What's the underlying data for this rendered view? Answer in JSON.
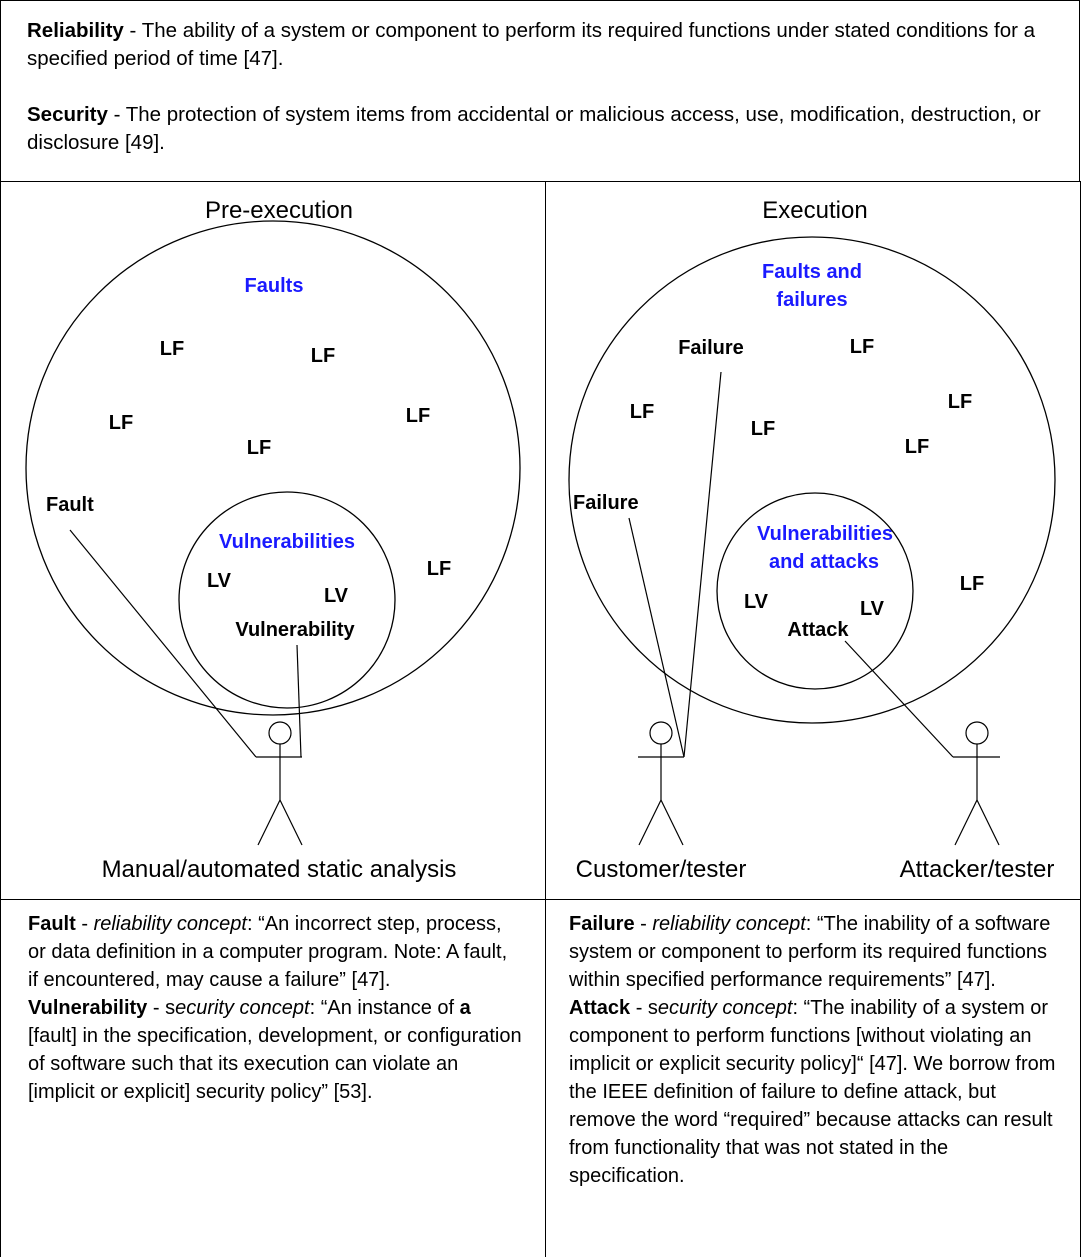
{
  "definitions": {
    "reliability_term": "Reliability",
    "reliability_text": " - The ability of a system or component to perform its required functions under stated conditions for a specified period of time [47].",
    "security_term": "Security",
    "security_text": " - The protection of system items from accidental or malicious access, use, modification, destruction, or disclosure [49]."
  },
  "left_panel": {
    "heading": "Pre-execution",
    "outer_title": "Faults",
    "inner_title": "Vulnerabilities",
    "lf_labels": [
      "LF",
      "LF",
      "LF",
      "LF",
      "LF",
      "LF"
    ],
    "lv_labels": [
      "LV",
      "LV"
    ],
    "fault_label": "Fault",
    "vulnerability_label": "Vulnerability",
    "actor_caption": "Manual/automated static analysis"
  },
  "right_panel": {
    "heading": "Execution",
    "outer_title": [
      "Faults and",
      "failures"
    ],
    "inner_title": [
      "Vulnerabilities",
      "and attacks"
    ],
    "lf_labels": [
      "LF",
      "LF",
      "LF",
      "LF",
      "LF",
      "LF"
    ],
    "lv_labels": [
      "LV",
      "LV"
    ],
    "failure_label_top": "Failure",
    "failure_label_left": "Failure",
    "attack_label": "Attack",
    "actor1_caption": "Customer/tester",
    "actor2_caption": "Attacker/tester"
  },
  "bottom_left": {
    "fault_term": "Fault",
    "fault_sep": " - ",
    "fault_concept": "reliability concept",
    "fault_text": ": “An incorrect step, process, or data definition in a computer program. Note: A fault, if encountered, may cause a failure” [47].",
    "vuln_term": "Vulnerability",
    "vuln_sep": " - s",
    "vuln_concept": "ecurity concept",
    "vuln_text_a": ": “An instance of ",
    "vuln_bold_a": "a",
    "vuln_text_b": " [fault] in the specification, development, or configuration of software such that its execution can violate an [implicit or explicit] security policy” [53]."
  },
  "bottom_right": {
    "failure_term": "Failure",
    "failure_sep": " - ",
    "failure_concept": "reliability concept",
    "failure_text": ": “The inability of a software system or component to perform its required functions within specified performance requirements” [47].",
    "attack_term": "Attack",
    "attack_sep": " - s",
    "attack_concept": "ecurity concept",
    "attack_text": ": “The inability of a system or component to perform functions [without violating an implicit or explicit security policy]“ [47]. We borrow from the IEEE definition of failure to define attack, but remove the word “required” because attacks can result from functionality that was not stated in the specification."
  },
  "colors": {
    "title_blue": "#1a1aff",
    "line": "#000000"
  }
}
